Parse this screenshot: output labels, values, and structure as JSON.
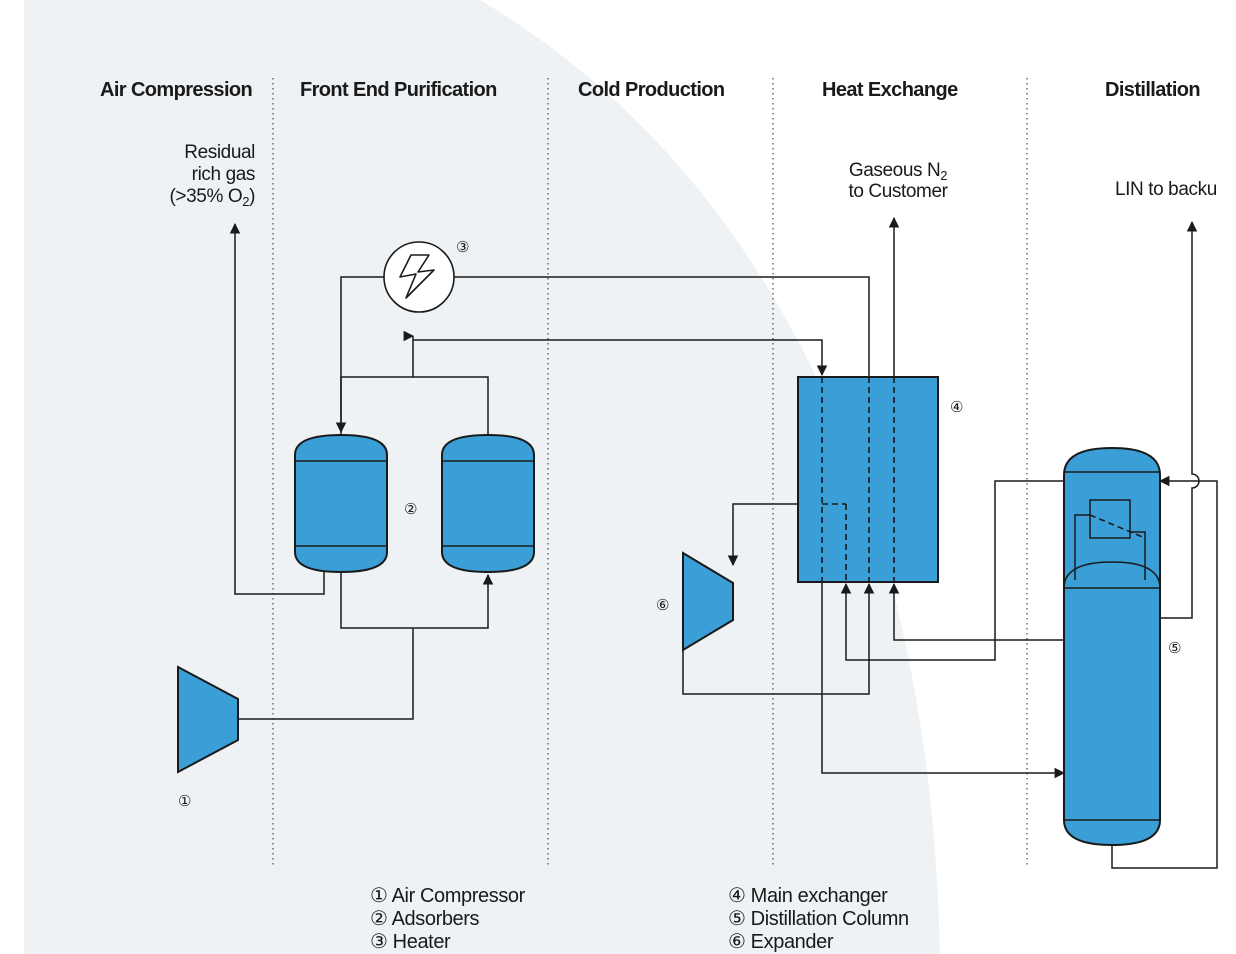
{
  "sections": {
    "air_compression": "Air Compression",
    "front_end_purification": "Front End Purification",
    "cold_production": "Cold Production",
    "heat_exchange": "Heat Exchange",
    "distillation": "Distillation"
  },
  "labels": {
    "residual_line1": "Residual",
    "residual_line2": "rich gas",
    "residual_line3_pre": "(>35% O",
    "residual_line3_sub": "2",
    "residual_line3_post": ")",
    "gaseous_line1_pre": "Gaseous N",
    "gaseous_line1_sub": "2",
    "gaseous_line2": "to Customer",
    "lin_backup": "LIN to backu"
  },
  "markers": {
    "m1": "①",
    "m2": "②",
    "m3": "③",
    "m4": "④",
    "m5": "⑤",
    "m6": "⑥"
  },
  "legend": {
    "left": [
      "① Air Compressor",
      "② Adsorbers",
      "③ Heater"
    ],
    "right": [
      "④ Main exchanger",
      "⑤ Distillation Column",
      "⑥ Expander"
    ]
  },
  "colors": {
    "equipment": "#3a9fd6",
    "background_disc": "#eef2f4",
    "line": "#1a1a1a"
  },
  "icons": {
    "heater": "lightning-bolt-icon"
  }
}
